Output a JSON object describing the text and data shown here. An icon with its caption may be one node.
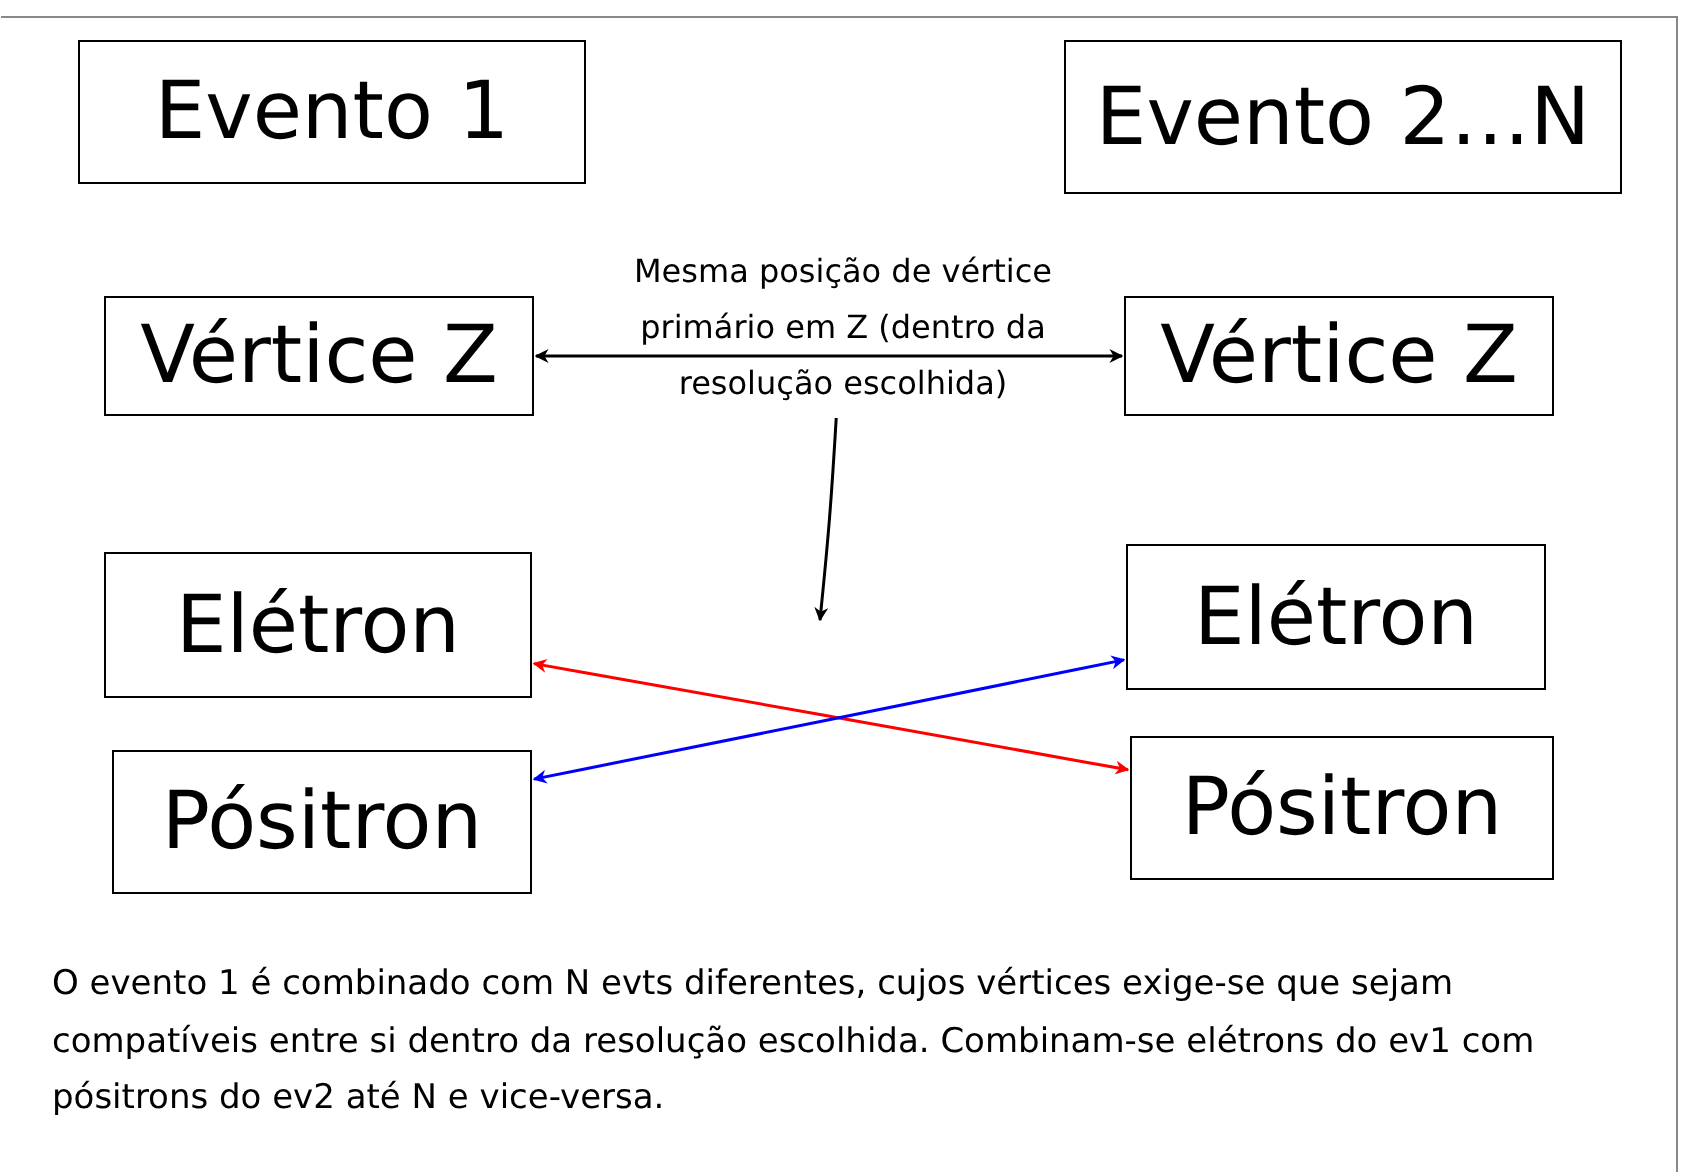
{
  "diagram": {
    "nodes": [
      {
        "text": [
          "Evento 1"
        ]
      },
      {
        "text": [
          "Evento 2…N"
        ]
      },
      {
        "text": [
          "Mesma posição de vértice primário em Z (dentro da resolução escolhida)"
        ]
      },
      {
        "text": [
          "Vértice Z"
        ]
      },
      {
        "text": [
          "Vértice Z"
        ]
      },
      {
        "text": [
          "Elétron"
        ]
      },
      {
        "text": [
          "Elétron"
        ]
      },
      {
        "text": [
          "Pósitron"
        ]
      },
      {
        "text": [
          "Pósitron"
        ]
      }
    ],
    "edges": [
      {
        "from": 3,
        "to": 4,
        "arrow": "both"
      },
      {
        "from": 2,
        "to": null,
        "arrow": "to"
      },
      {
        "from": 5,
        "to": 8,
        "arrow": "both",
        "color": "#ff0000"
      },
      {
        "from": 7,
        "to": 6,
        "arrow": "both",
        "color": "#0000ff"
      }
    ],
    "labels": [
      "O evento 1 é combinado com N evts diferentes, cujos vértices exige-se que sejam compatíveis entre si dentro da resolução escolhida. Combinam-se elétrons do ev1 com pósitrons do ev2 até N e vice-versa."
    ]
  }
}
